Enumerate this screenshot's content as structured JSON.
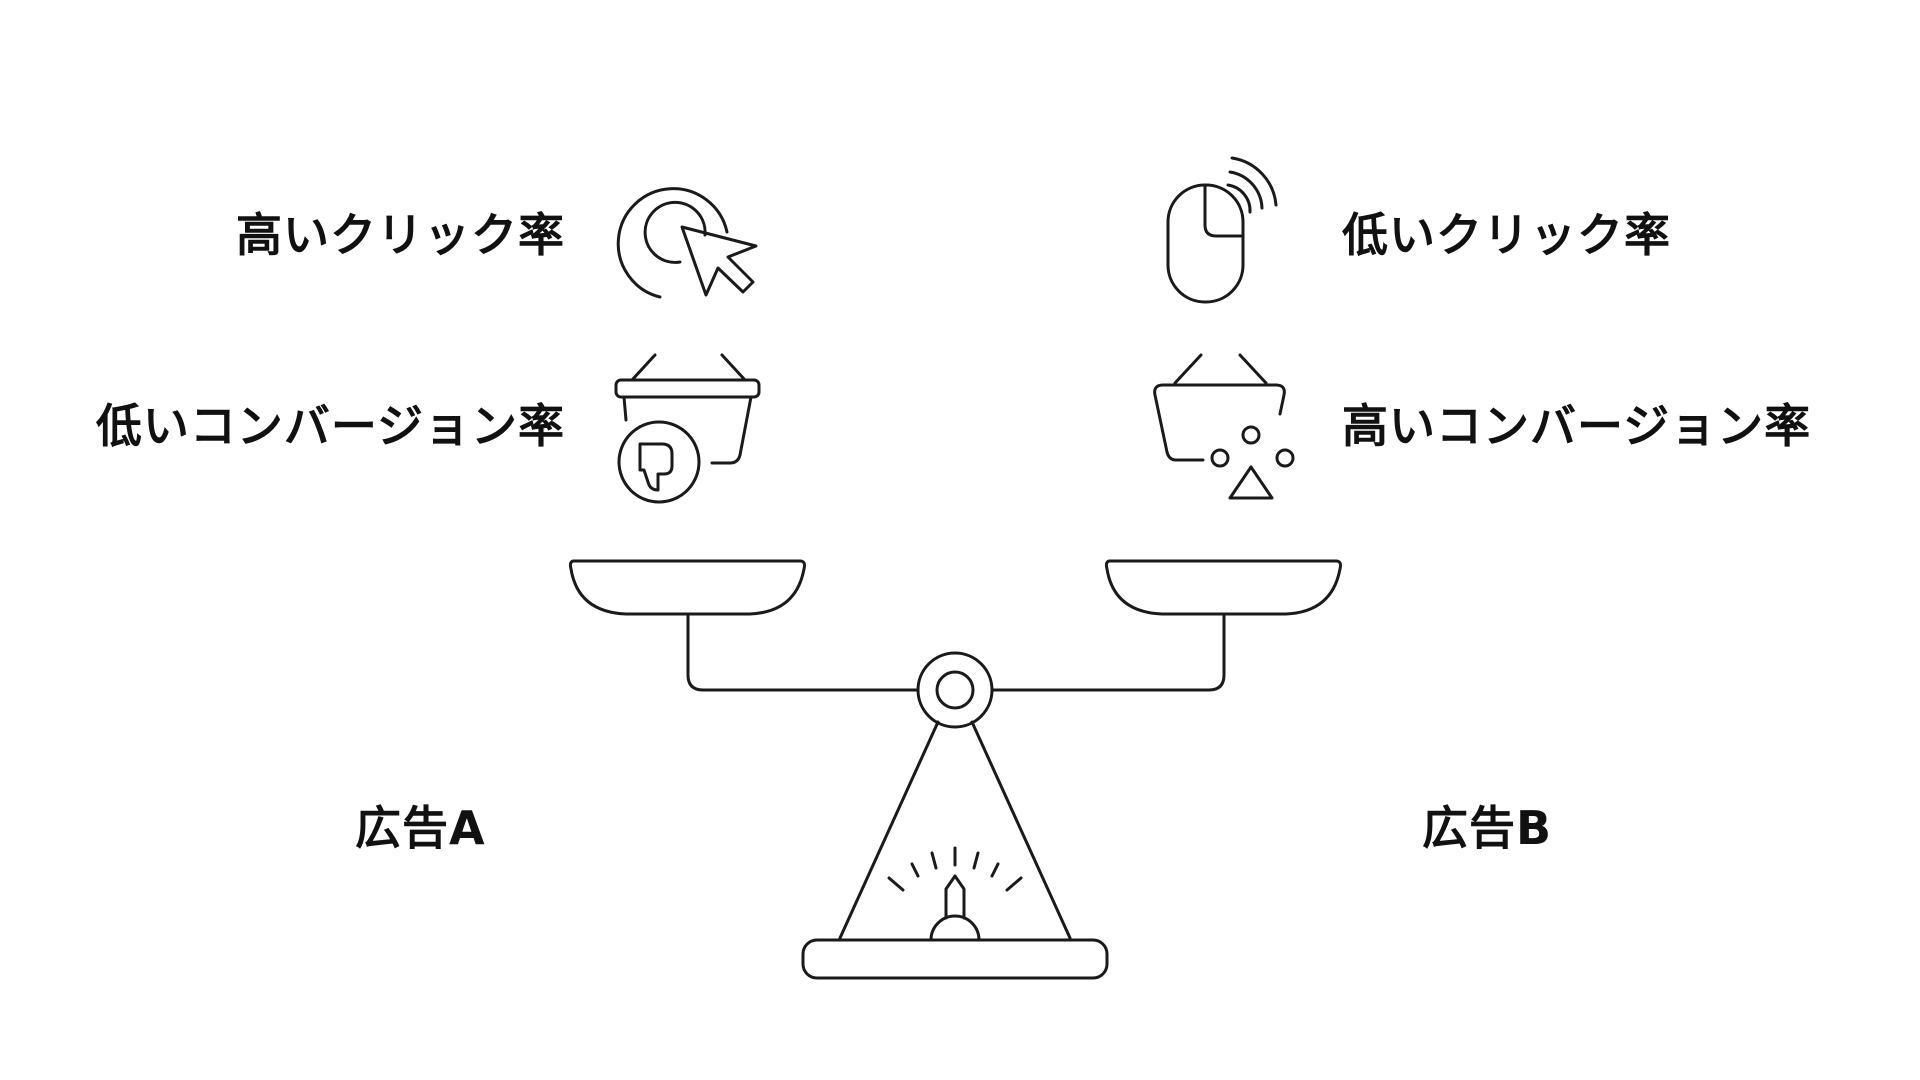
{
  "ad_a": {
    "name": "広告A",
    "click_rate": "高いクリック率",
    "conversion_rate": "低いコンバージョン率",
    "click_icon": "cursor-click-icon",
    "conversion_icon": "basket-thumbs-down-icon"
  },
  "ad_b": {
    "name": "広告B",
    "click_rate": "低いクリック率",
    "conversion_rate": "高いコンバージョン率",
    "click_icon": "mouse-signal-icon",
    "conversion_icon": "basket-shapes-icon"
  },
  "center_icon": "balance-scale-icon",
  "colors": {
    "line": "#1a1a1a",
    "text": "#111111",
    "background": "#ffffff"
  }
}
